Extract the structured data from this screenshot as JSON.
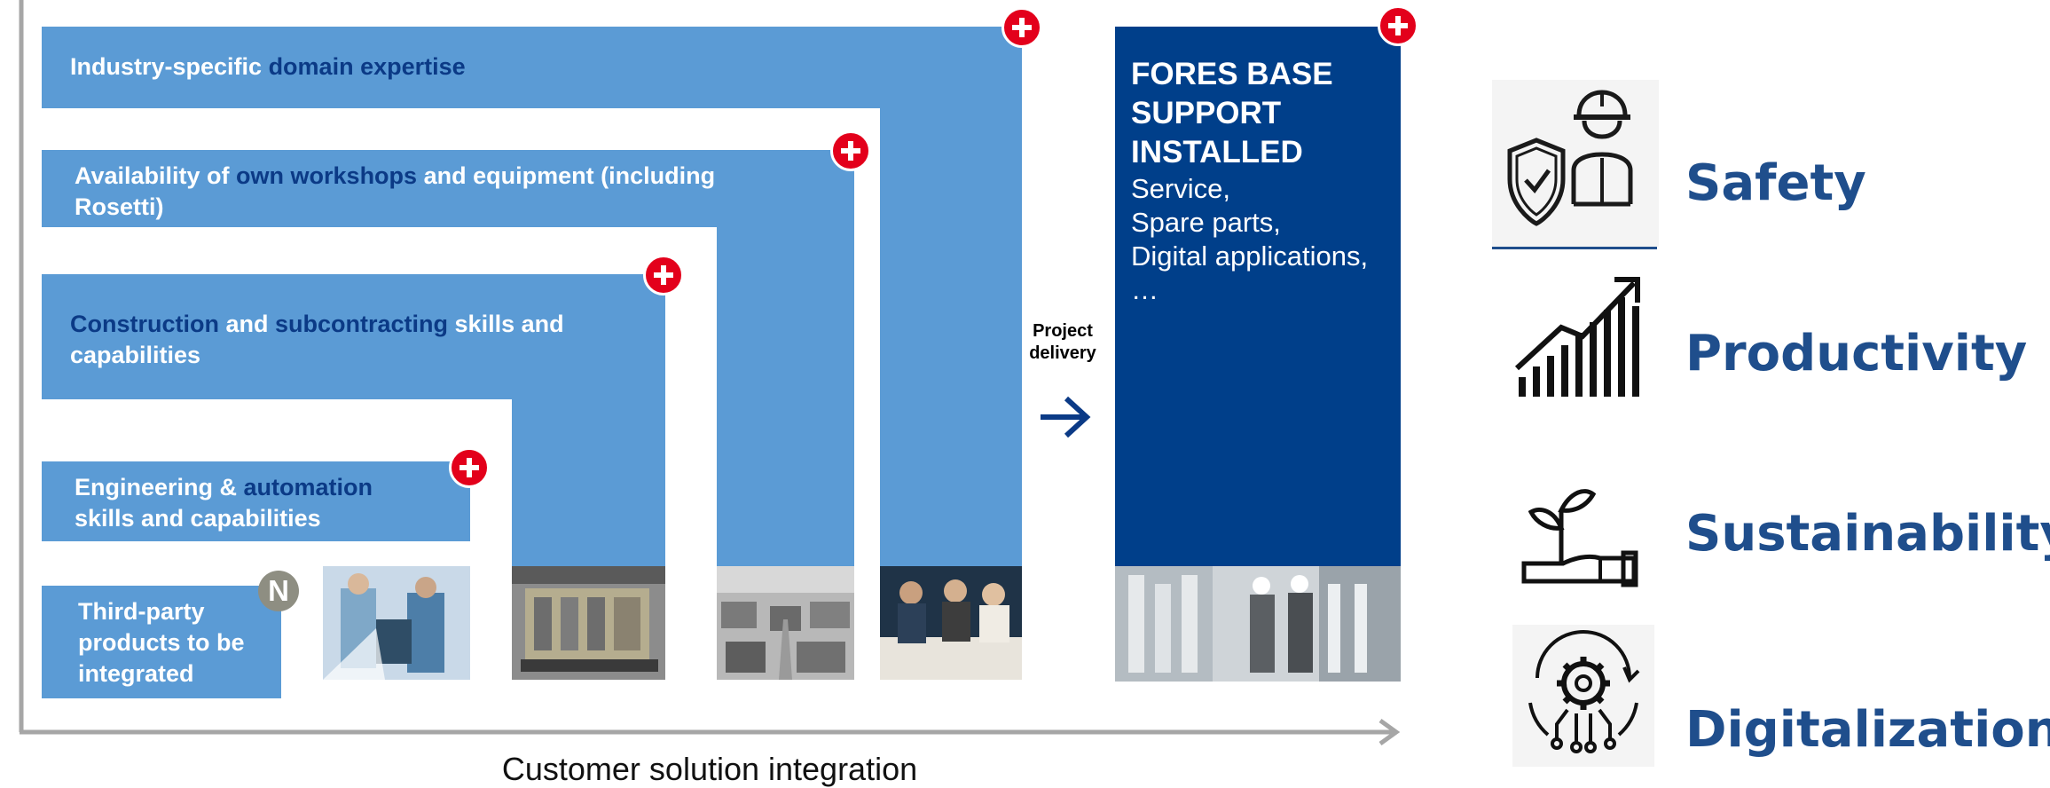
{
  "steps": {
    "domain": {
      "pre": "Industry-specific ",
      "highlight": "domain expertise"
    },
    "workshops": {
      "pre": "Availability of ",
      "highlight": "own workshops",
      "post": " and equipment (including",
      "line2": "Rosetti)"
    },
    "construction": {
      "h1": "Construction",
      "mid": " and ",
      "h2": "subcontracting",
      "post": " skills and",
      "line2": "capabilities"
    },
    "engineering": {
      "pre": "Engineering & ",
      "highlight": "automation",
      "line2": "skills and capabilities"
    },
    "third_party": {
      "line1": "Third-party",
      "line2": "products to be",
      "line3": "integrated",
      "badge": "N"
    }
  },
  "delivery": {
    "line1": "Project",
    "line2": "delivery"
  },
  "fores": {
    "title_lines": [
      "FORES BASE",
      "SUPPORT",
      "INSTALLED"
    ],
    "items": [
      "Service,",
      "Spare parts,",
      "Digital applications,",
      "…"
    ]
  },
  "axis": {
    "label": "Customer solution integration"
  },
  "benefits": [
    {
      "label": "Safety",
      "icon": "safety-worker-shield-icon"
    },
    {
      "label": "Productivity",
      "icon": "productivity-chart-icon"
    },
    {
      "label": "Sustainability",
      "icon": "sustainability-plant-hand-icon"
    },
    {
      "label": "Digitalization",
      "icon": "digitalization-gear-circuit-icon"
    }
  ],
  "colors": {
    "step_blue": "#5b9bd5",
    "navy": "#003f8a",
    "plus_red": "#e3001b",
    "benefit_text": "#1f4e8c",
    "axis_gray": "#a6a6a6"
  }
}
